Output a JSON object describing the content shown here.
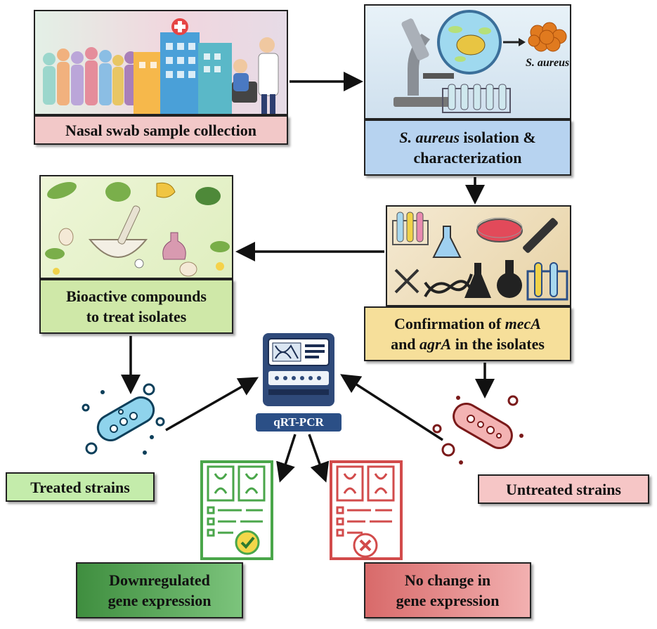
{
  "nodes": {
    "nasal": {
      "label": "Nasal swab sample collection"
    },
    "isolation": {
      "label_italic": "S. aureus",
      "label_rest": " isolation &",
      "label_line2": "characterization",
      "image_caption": "S. aureus"
    },
    "bioactive": {
      "line1": "Bioactive compounds",
      "line2": "to treat isolates"
    },
    "confirmation": {
      "line1_pre": "Confirmation of ",
      "line1_italic": "mecA",
      "line2_pre": "and ",
      "line2_italic": "agrA",
      "line2_post": " in the isolates"
    },
    "qrtpcr": {
      "label": "qRT-PCR"
    },
    "treated": {
      "label": "Treated strains"
    },
    "untreated": {
      "label": "Untreated strains"
    },
    "downregulated": {
      "line1": "Downregulated",
      "line2": "gene expression"
    },
    "nochange": {
      "line1": "No change in",
      "line2": "gene expression"
    }
  },
  "colors": {
    "nasal_box": "#f2c8c8",
    "isolation_box": "#b7d3f0",
    "bioactive_box": "#cfe8a8",
    "confirmation_box": "#f6df9a",
    "treated_box": "#c4ecab",
    "untreated_box": "#f6c6c6",
    "downregulated_box": "#4f9a4f",
    "nochange_box": "#e08a8a",
    "arrow": "#111111"
  }
}
